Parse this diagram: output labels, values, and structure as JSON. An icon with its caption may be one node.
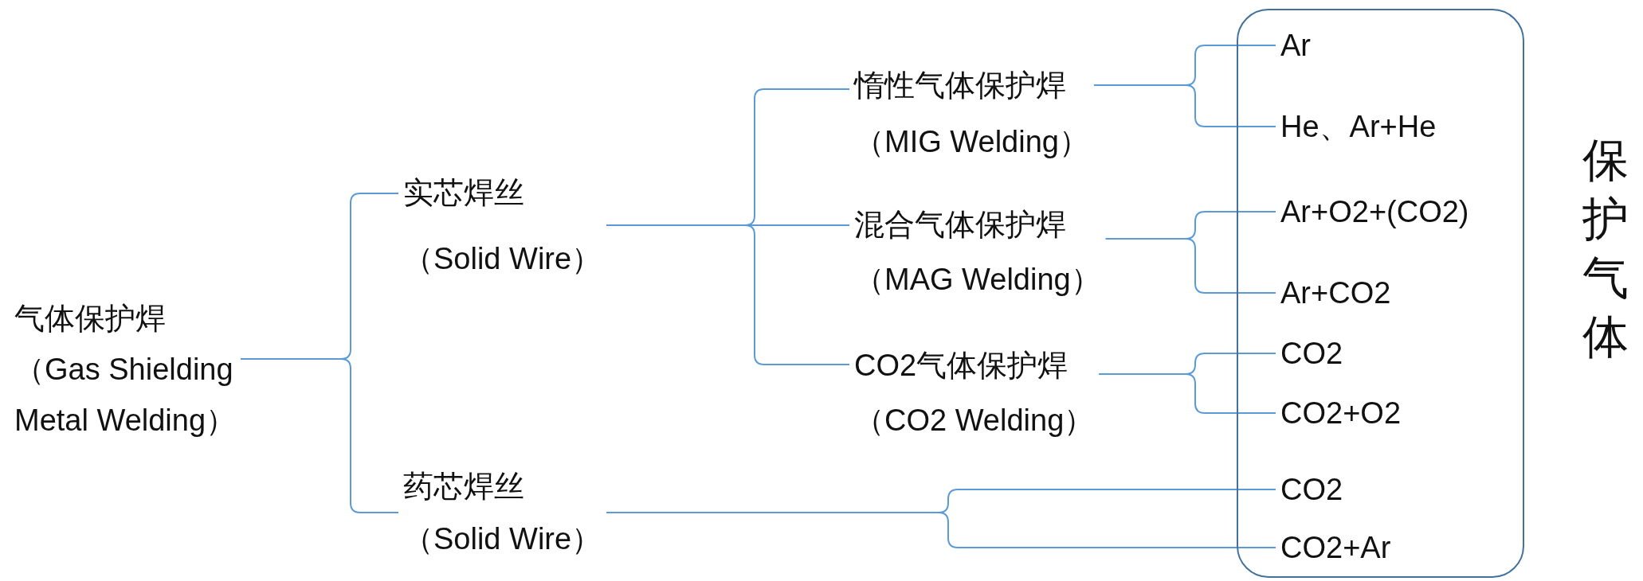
{
  "diagram": {
    "nodes": [
      {
        "text": [
          "气体保护焊",
          "（Gas Shielding Metal Welding）"
        ]
      },
      {
        "text": [
          "实芯焊丝",
          "（Solid Wire）"
        ]
      },
      {
        "text": [
          "惰性气体保护焊",
          "（MIG Welding）"
        ]
      },
      {
        "text": [
          "混合气体保护焊",
          "（MAG Welding）"
        ]
      },
      {
        "text": [
          "CO2气体保护焊",
          "（CO2 Welding）"
        ]
      },
      {
        "text": [
          "药芯焊丝",
          "（Solid Wire）"
        ]
      },
      {
        "text": [
          "保护气体"
        ]
      },
      {
        "text": [
          "Ar"
        ],
        "in": 6
      },
      {
        "text": [
          "He、Ar+He"
        ],
        "in": 6
      },
      {
        "text": [
          "Ar+O2+(CO2)"
        ],
        "in": 6
      },
      {
        "text": [
          "Ar+CO2"
        ],
        "in": 6
      },
      {
        "text": [
          "CO2"
        ],
        "in": 6
      },
      {
        "text": [
          "CO2+O2"
        ],
        "in": 6
      },
      {
        "text": [
          "CO2"
        ],
        "in": 6
      },
      {
        "text": [
          "CO2+Ar"
        ],
        "in": 6
      }
    ],
    "edges": [
      {
        "from": 0,
        "to": 1,
        "arrow": "none"
      },
      {
        "from": 0,
        "to": 5,
        "arrow": "none"
      },
      {
        "from": 1,
        "to": 2,
        "arrow": "none"
      },
      {
        "from": 1,
        "to": 3,
        "arrow": "none"
      },
      {
        "from": 1,
        "to": 4,
        "arrow": "none"
      },
      {
        "from": 2,
        "to": 7,
        "arrow": "none"
      },
      {
        "from": 2,
        "to": 8,
        "arrow": "none"
      },
      {
        "from": 3,
        "to": 9,
        "arrow": "none"
      },
      {
        "from": 3,
        "to": 10,
        "arrow": "none"
      },
      {
        "from": 4,
        "to": 11,
        "arrow": "none"
      },
      {
        "from": 4,
        "to": 12,
        "arrow": "none"
      },
      {
        "from": 5,
        "to": 13,
        "arrow": "none"
      },
      {
        "from": 5,
        "to": 14,
        "arrow": "none"
      }
    ]
  }
}
